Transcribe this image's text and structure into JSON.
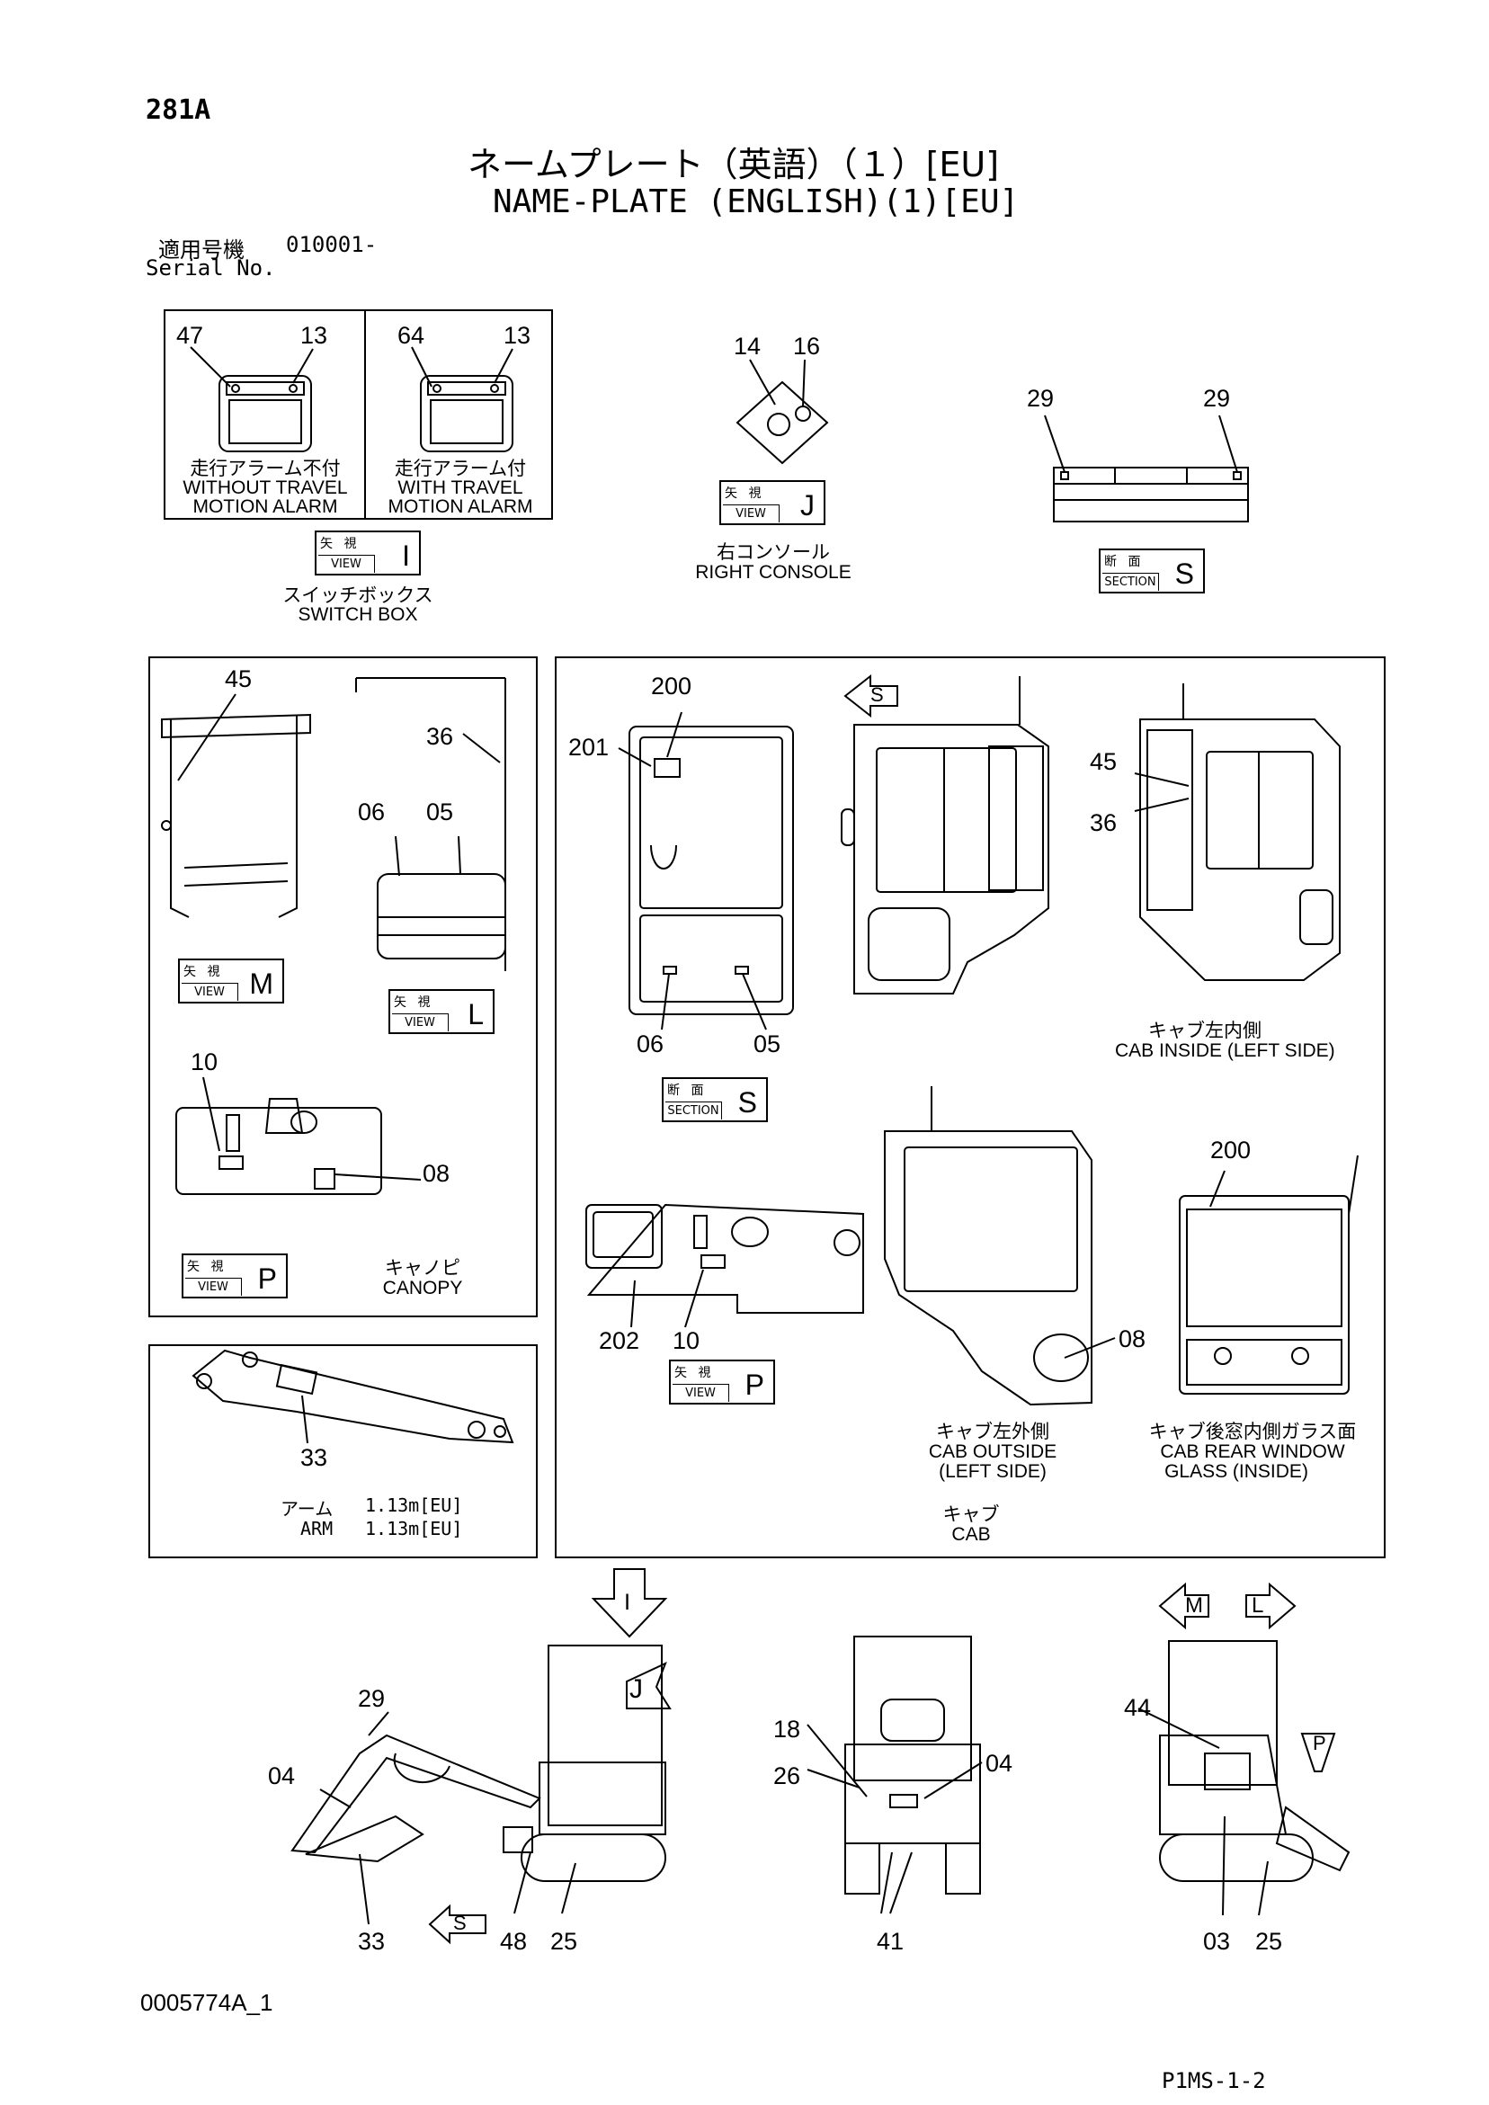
{
  "header": {
    "code": "281A",
    "title_jp": "ネームプレート（英語）（１）[EU]",
    "title_en": "NAME-PLATE (ENGLISH)(1)[EU]",
    "serial_jp": "適用号機",
    "serial_value": "010001-",
    "serial_en": "Serial No."
  },
  "views": {
    "I": {
      "jp": "矢 視",
      "en": "VIEW",
      "letter": "I"
    },
    "J": {
      "jp": "矢 視",
      "en": "VIEW",
      "letter": "J"
    },
    "S1": {
      "jp": "断 面",
      "en": "SECTION",
      "letter": "S"
    },
    "M": {
      "jp": "矢 視",
      "en": "VIEW",
      "letter": "M"
    },
    "L": {
      "jp": "矢 視",
      "en": "VIEW",
      "letter": "L"
    },
    "S2": {
      "jp": "断 面",
      "en": "SECTION",
      "letter": "S"
    },
    "P1": {
      "jp": "矢 視",
      "en": "VIEW",
      "letter": "P"
    },
    "P2": {
      "jp": "矢 視",
      "en": "VIEW",
      "letter": "P"
    }
  },
  "switch_box": {
    "left": {
      "n1": "47",
      "n2": "13",
      "jp": "走行アラーム不付",
      "en1": "WITHOUT TRAVEL",
      "en2": "MOTION ALARM"
    },
    "right": {
      "n1": "64",
      "n2": "13",
      "jp": "走行アラーム付",
      "en1": "WITH TRAVEL",
      "en2": "MOTION ALARM"
    },
    "caption_jp": "スイッチボックス",
    "caption_en": "SWITCH BOX"
  },
  "right_console": {
    "n1": "14",
    "n2": "16",
    "caption_jp": "右コンソール",
    "caption_en": "RIGHT CONSOLE"
  },
  "section_s": {
    "n1": "29",
    "n2": "29"
  },
  "canopy": {
    "n45": "45",
    "n36": "36",
    "n06": "06",
    "n05": "05",
    "n10": "10",
    "n08": "08",
    "caption_jp": "キャノピ",
    "caption_en": "CANOPY"
  },
  "arm": {
    "n33": "33",
    "jp_label": "アーム",
    "jp_value": "1.13m[EU]",
    "en_label": "ARM",
    "en_value": "1.13m[EU]"
  },
  "cab": {
    "n200a": "200",
    "n201": "201",
    "n06": "06",
    "n05": "05",
    "n45": "45",
    "n36": "36",
    "n202": "202",
    "n10": "10",
    "n08": "08",
    "n200b": "200",
    "arrow_s": "S",
    "inside_jp": "キャブ左内側",
    "inside_en": "CAB INSIDE (LEFT SIDE)",
    "outside_jp": "キャブ左外側",
    "outside_en1": "CAB OUTSIDE",
    "outside_en2": "(LEFT SIDE)",
    "rear_jp": "キャブ後窓内側ガラス面",
    "rear_en1": "CAB REAR WINDOW",
    "rear_en2": "GLASS (INSIDE)",
    "caption_jp": "キャブ",
    "caption_en": "CAB"
  },
  "machine": {
    "arrow_I": "I",
    "arrow_J": "J",
    "arrow_S": "S",
    "arrow_M": "M",
    "arrow_L": "L",
    "arrow_P": "P",
    "n29": "29",
    "n04a": "04",
    "n33": "33",
    "n48": "48",
    "n25a": "25",
    "n18": "18",
    "n26": "26",
    "n04b": "04",
    "n41": "41",
    "n44": "44",
    "n03": "03",
    "n25b": "25"
  },
  "footer": {
    "drawing_no": "0005774A_1",
    "page": "P1MS-1-2"
  }
}
